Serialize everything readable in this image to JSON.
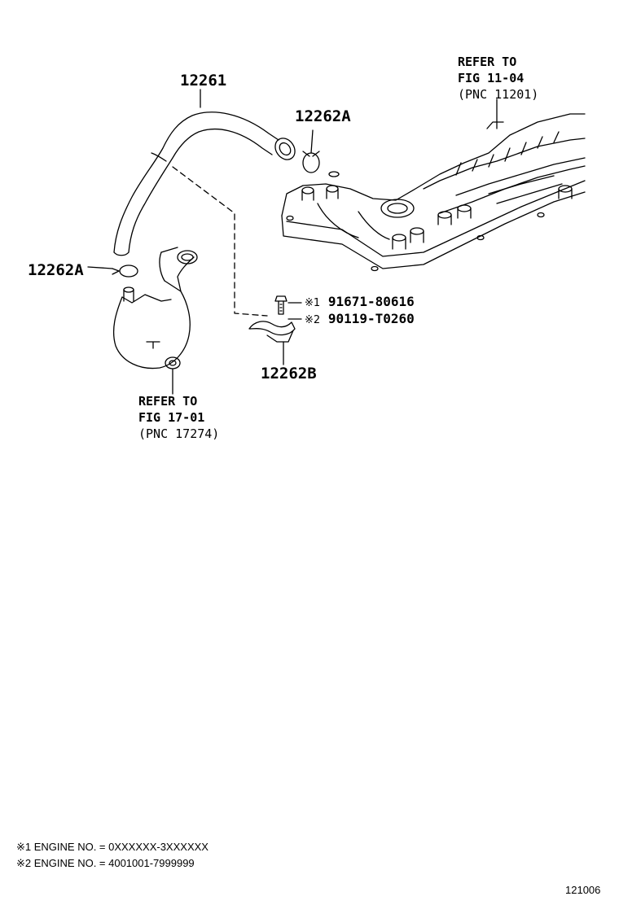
{
  "parts": {
    "hose": "12261",
    "clamp_top": "12262A",
    "clamp_left": "12262A",
    "bracket": "12262B"
  },
  "refs": {
    "head_cover": {
      "line1": "REFER TO",
      "line2": "FIG 11-04",
      "line3": "(PNC 11201)"
    },
    "water_outlet": {
      "line1": "REFER TO",
      "line2": "FIG 17-01",
      "line3": "(PNC 17274)"
    }
  },
  "bolts": [
    {
      "mark": "※1",
      "part": "91671-80616"
    },
    {
      "mark": "※2",
      "part": "90119-T0260"
    }
  ],
  "notes": [
    "※1 ENGINE NO. = 0XXXXXX-3XXXXXX",
    "※2 ENGINE NO. = 4001001-7999999"
  ],
  "figure_code": "121006"
}
